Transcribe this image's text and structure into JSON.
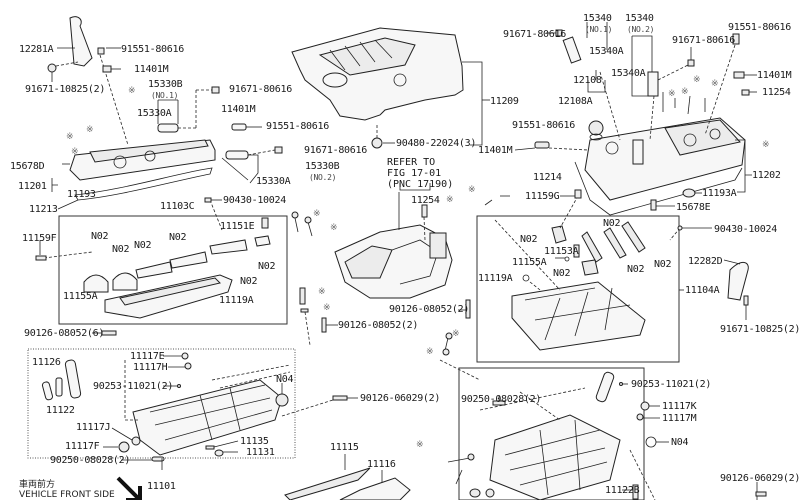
{
  "diagram": {
    "title": "Cylinder head / valve cover exploded parts diagram",
    "orientation_note": {
      "text_jp": "車両前方",
      "text_en": "VEHICLE FRONT SIDE"
    },
    "reference": {
      "line1": "REFER TO",
      "line2": "FIG 17-01",
      "line3": "(PNC 17190)"
    },
    "marker_symbol": "※",
    "labels": {
      "p12281A": "12281A",
      "p91551_tl": "91551-80616",
      "p11401M_tl": "11401M",
      "p91671_10825_l": "91671-10825(2)",
      "p15330B_1": "15330B",
      "p15330B_1_sub": "(NO.1)",
      "p91671_80616_a": "91671-80616",
      "p15330A_a": "15330A",
      "p11401M_m": "11401M",
      "p91551_m": "91551-80616",
      "p91671_80616_b": "91671-80616",
      "p15678D": "15678D",
      "p11201": "11201",
      "p11193": "11193",
      "p15330A_b": "15330A",
      "p15330B_2": "15330B",
      "p15330B_2_sub": "(NO.2)",
      "p11213": "11213",
      "p11103C": "11103C",
      "p90430_l": "90430-10024",
      "p11151E": "11151E",
      "p11159F": "11159F",
      "p11155A_l": "11155A",
      "p11119A_l": "11119A",
      "p90126_08052_6": "90126-08052(6)",
      "p90126_08052_2a": "90126-08052(2)",
      "p90126_08052_2b": "90126-08052(2)",
      "p11209": "11209",
      "p90480": "90480-22024(3)",
      "p11401M_c": "11401M",
      "p91551_c": "91551-80616",
      "p11254_c": "11254",
      "p15340_1": "15340",
      "p15340_1_sub": "(NO.1)",
      "p15340_2": "15340",
      "p15340_2_sub": "(NO.2)",
      "p91671_80616_r1": "91671-80616",
      "p91671_80616_r2": "91671-80616",
      "p91551_r": "91551-80616",
      "p15340A_1": "15340A",
      "p15340A_2": "15340A",
      "p12108": "12108",
      "p12108A": "12108A",
      "p11401M_r": "11401M",
      "p11254_r": "11254",
      "p11214": "11214",
      "p11202": "11202",
      "p11159G": "11159G",
      "p11193A": "11193A",
      "p15678E": "15678E",
      "p90430_r": "90430-10024",
      "p11153A": "11153A",
      "p11155A_r": "11155A",
      "p11119A_r": "11119A",
      "p12282D": "12282D",
      "p11104A": "11104A",
      "p91671_10825_r": "91671-10825(2)",
      "p11126": "11126",
      "p11122": "11122",
      "p11117E": "11117E",
      "p11117H": "11117H",
      "p90253_l": "90253-11021(2)",
      "p11117J": "11117J",
      "p11117F": "11117F",
      "p90250_l": "90250-08028(2)",
      "p11135": "11135",
      "p11131": "11131",
      "p11101": "11101",
      "pN04_l": "N04",
      "p90126_06029_a": "90126-06029(2)",
      "p11115": "11115",
      "p11116": "11116",
      "p90250_r": "90250-08028(2)",
      "p90253_r": "90253-11021(2)",
      "p11117K": "11117K",
      "p11117M": "11117M",
      "pN04_r": "N04",
      "p11122B": "11122B",
      "p90126_06029_b": "90126-06029(2)",
      "no2": "N02"
    }
  }
}
